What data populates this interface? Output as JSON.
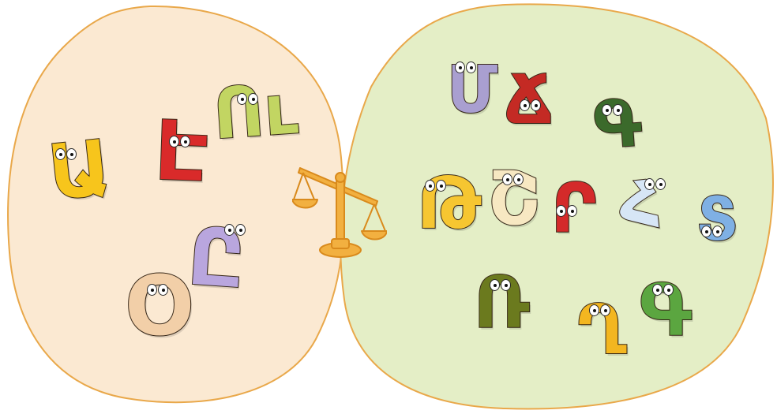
{
  "colors": {
    "left_blob_fill": "#fbe9d2",
    "right_blob_fill": "#e4eec6",
    "blob_stroke": "#e9a84a",
    "scale_color": "#f2b040"
  },
  "left_group": {
    "letters": [
      {
        "glyph": "Ա",
        "color": "#f7c51c"
      },
      {
        "glyph": "Է",
        "color": "#d92a2a"
      },
      {
        "glyph": "Ու",
        "color": "#c2d562"
      },
      {
        "glyph": "Ը",
        "color": "#b9a6de"
      },
      {
        "glyph": "Օ",
        "color": "#f2cfa8"
      }
    ]
  },
  "right_group": {
    "letters": [
      {
        "glyph": "Մ",
        "color": "#a99fd0"
      },
      {
        "glyph": "Ճ",
        "color": "#c42a24"
      },
      {
        "glyph": "Գ",
        "color": "#3b6a2b"
      },
      {
        "glyph": "Թ",
        "color": "#f6c631"
      },
      {
        "glyph": "Շ",
        "color": "#f7e8c2"
      },
      {
        "glyph": "Ր",
        "color": "#d42a2a"
      },
      {
        "glyph": "Հ",
        "color": "#d7e6f6"
      },
      {
        "glyph": "Տ",
        "color": "#7fb0e4"
      },
      {
        "glyph": "Ռ",
        "color": "#6b7a1e"
      },
      {
        "glyph": "Ղ",
        "color": "#f3b620"
      },
      {
        "glyph": "Գ",
        "color": "#5ba640"
      }
    ]
  },
  "icons": {
    "scale": "balance-scale-icon"
  }
}
